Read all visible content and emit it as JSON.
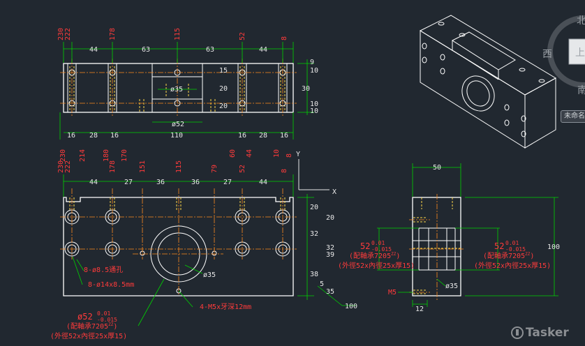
{
  "top_view": {
    "top_dims": [
      "44",
      "63",
      "63",
      "44"
    ],
    "vertical_codes": [
      "230",
      "222",
      "178",
      "115",
      "52",
      "8"
    ],
    "right_dims": [
      "9",
      "10",
      "15",
      "30",
      "20",
      "10",
      "10",
      "20"
    ],
    "bore_label": "ø35",
    "mid_dim": "ø52",
    "bottom_dims": [
      "16",
      "28",
      "16",
      "110",
      "16",
      "28",
      "16"
    ],
    "bottom_codes": [
      "230",
      "214",
      "180",
      "170",
      "60",
      "44",
      "10",
      "8"
    ]
  },
  "front_view": {
    "top_dims": [
      "44",
      "27",
      "36",
      "36",
      "27",
      "44"
    ],
    "vertical_codes": [
      "230",
      "222",
      "178",
      "151",
      "115",
      "79",
      "52",
      "8"
    ],
    "right_dims": [
      "20",
      "20",
      "32",
      "32",
      "39",
      "38",
      "5",
      "35"
    ],
    "overall_dim": "100",
    "bore_label": "ø35",
    "through_hole_note": "8-ø8.5通孔",
    "counterbore_note": "8-ø14x8.5mm",
    "thread_note": "4-M5x牙深12mm",
    "bearing_dia": "ø52",
    "tol_upper": "0.01",
    "tol_lower": "-0.015",
    "bearing_model": "(配軸承7205",
    "bearing_model_sup": "ZZ",
    "bearing_model_close": ")",
    "bearing_spec": "(外徑52x內徑25x厚15)",
    "axis_y": "Y",
    "axis_x": "X"
  },
  "side_view": {
    "width_dim": "50",
    "height_dim": "100",
    "left_dia": "52",
    "right_dia": "52",
    "tol_upper": "0.01",
    "tol_lower": "-0.015",
    "bearing_model": "(配軸承7205",
    "bearing_model_sup": "ZZ",
    "bearing_model_close": ")",
    "bearing_spec": "(外徑52x內徑25x厚15)",
    "thread_label": "M5",
    "bore_label": "ø35",
    "bottom_dim": "12"
  },
  "viewcube": {
    "north": "北",
    "west": "西",
    "south": "南",
    "face": "上"
  },
  "unnamed_label": "未命名",
  "watermark": "Tasker",
  "colors": {
    "background": "#212830",
    "part_outline": "#ffffff",
    "dimension": "#00d400",
    "centerline": "#ff8a1c",
    "annotation": "#ff3b3b",
    "hidden": "#ffd84a"
  }
}
